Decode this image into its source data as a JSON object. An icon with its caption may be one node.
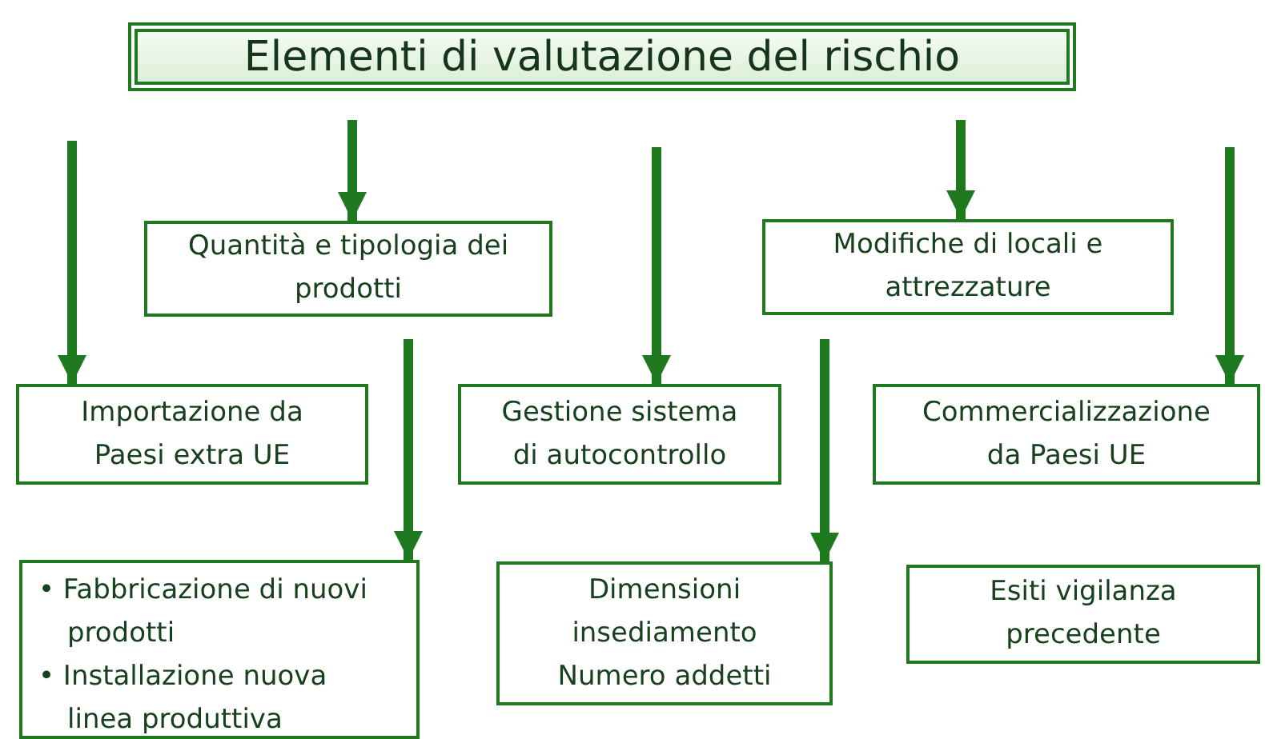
{
  "diagram": {
    "title": "Elementi di valutazione del rischio",
    "nodes": [
      {
        "text": [
          "Quantità e tipologia dei prodotti"
        ]
      },
      {
        "text": [
          "Modifiche di locali e attrezzature"
        ]
      },
      {
        "text": [
          "Importazione da Paesi extra UE"
        ]
      },
      {
        "text": [
          "Gestione sistema di autocontrollo"
        ]
      },
      {
        "text": [
          "Commercializzazione da Paesi UE"
        ]
      },
      {
        "text": [
          "• Fabbricazione di nuovi prodotti",
          "• Installazione nuova linea produttiva"
        ]
      },
      {
        "text": [
          "Dimensioni insediamento",
          "Numero addetti"
        ]
      },
      {
        "text": [
          "Esiti vigilanza precedente"
        ]
      }
    ],
    "edges": [
      {
        "from": null,
        "to": 2,
        "arrow": "to"
      },
      {
        "from": null,
        "to": 0,
        "arrow": "to"
      },
      {
        "from": null,
        "to": 3,
        "arrow": "to"
      },
      {
        "from": null,
        "to": 1,
        "arrow": "to"
      },
      {
        "from": null,
        "to": 4,
        "arrow": "to"
      },
      {
        "from": null,
        "to": 5,
        "arrow": "to"
      },
      {
        "from": null,
        "to": 6,
        "arrow": "to"
      }
    ]
  }
}
